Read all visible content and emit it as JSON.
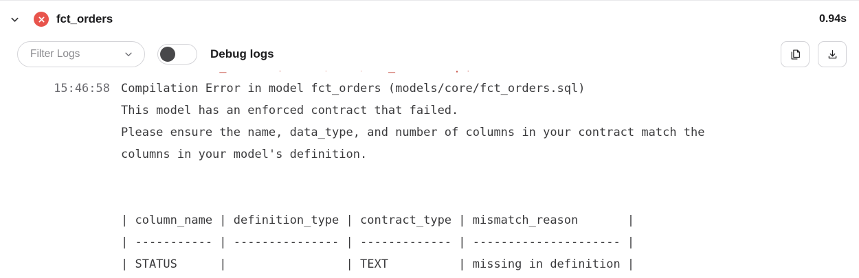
{
  "header": {
    "expand_icon": "chevron-down-icon",
    "status_icon": "error-circle-x-icon",
    "status_color": "#e8544c",
    "title": "fct_orders",
    "elapsed": "0.94s"
  },
  "toolbar": {
    "filter_label": "Filter Logs",
    "filter_chevron_icon": "chevron-down-icon",
    "debug_toggle_label": "Debug logs",
    "debug_toggle_on": false,
    "copy_button_icon": "copy-icon",
    "download_button_icon": "download-icon"
  },
  "log": {
    "timestamp": "15:46:58",
    "clipped_line": "  in model fct_orders (models/core/fct_orders.sql)",
    "lines": [
      "Compilation Error in model fct_orders (models/core/fct_orders.sql)",
      "This model has an enforced contract that failed.",
      "Please ensure the name, data_type, and number of columns in your contract match the",
      "columns in your model's definition.",
      "",
      "",
      "| column_name | definition_type | contract_type | mismatch_reason       |",
      "| ----------- | --------------- | ------------- | --------------------- |",
      "| STATUS      |                 | TEXT          | missing in definition |"
    ]
  }
}
